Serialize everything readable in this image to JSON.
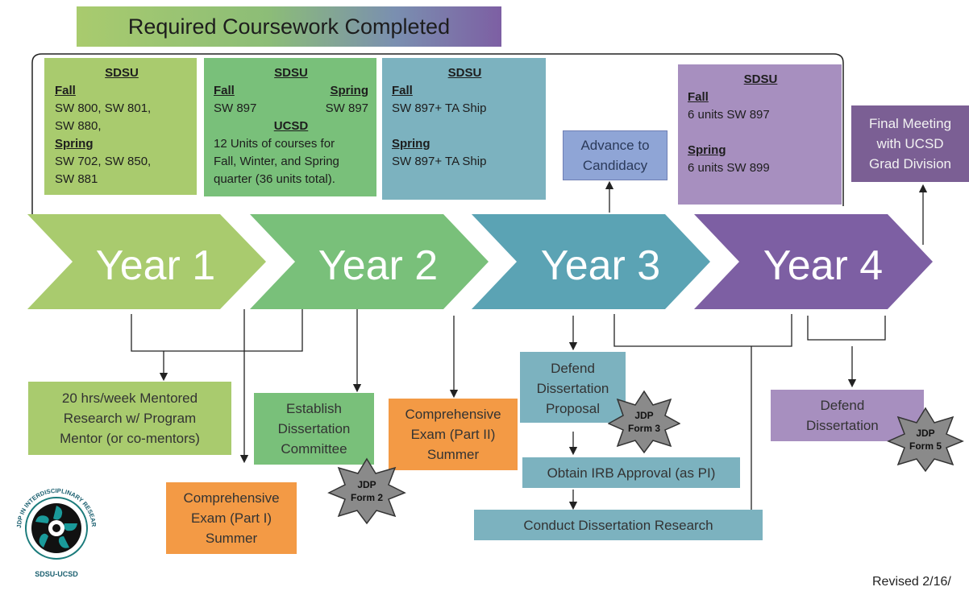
{
  "title": "Required Coursework Completed",
  "years": [
    "Year 1",
    "Year 2",
    "Year 3",
    "Year 4"
  ],
  "year1_panel": {
    "heading": "SDSU",
    "fall_label": "Fall",
    "fall_courses": [
      "SW 800, SW 801,",
      "SW 880,"
    ],
    "spring_label": "Spring",
    "spring_courses": [
      "SW 702, SW 850,",
      "SW 881"
    ]
  },
  "year2_panel": {
    "heading": "SDSU",
    "fall_label": "Fall",
    "fall_course": "SW 897",
    "spring_label": "Spring",
    "spring_course": "SW 897",
    "ucsd_heading": "UCSD",
    "ucsd_text": [
      "12 Units of courses for",
      "Fall, Winter, and Spring",
      "quarter (36 units total)."
    ]
  },
  "year3_panel": {
    "heading": "SDSU",
    "fall_label": "Fall",
    "fall_course": "SW 897+ TA Ship",
    "spring_label": "Spring",
    "spring_course": "SW 897+ TA Ship"
  },
  "year4_panel": {
    "heading": "SDSU",
    "fall_label": "Fall",
    "fall_course": "6 units SW 897",
    "spring_label": "Spring",
    "spring_course": "6 units SW 899"
  },
  "milestones": {
    "candidacy": [
      "Advance to",
      "Candidacy"
    ],
    "final_meeting": [
      "Final Meeting",
      "with UCSD",
      "Grad Division"
    ],
    "mentored": [
      "20 hrs/week Mentored",
      "Research w/ Program",
      "Mentor (or co-mentors)"
    ],
    "committee": [
      "Establish",
      "Dissertation",
      "Committee"
    ],
    "comp_exam_2": [
      "Comprehensive",
      "Exam (Part II)",
      "Summer"
    ],
    "comp_exam_1": [
      "Comprehensive",
      "Exam (Part I)",
      "Summer"
    ],
    "defend_proposal": [
      "Defend",
      "Dissertation",
      "Proposal"
    ],
    "irb": "Obtain IRB Approval (as PI)",
    "conduct": "Conduct Dissertation Research",
    "defend_dissertation": [
      "Defend",
      "Dissertation"
    ]
  },
  "badges": [
    {
      "line1": "JDP",
      "line2": "Form 2"
    },
    {
      "line1": "JDP",
      "line2": "Form 3"
    },
    {
      "line1": "JDP",
      "line2": "Form 5"
    }
  ],
  "logo": {
    "outer_text": "JDP IN INTERDISCIPLINARY RESEARCH ON SUBSTANCE USE",
    "bottom_text": "SDSU-UCSD"
  },
  "revised": "Revised 2/16/",
  "colors": {
    "year1": "#a9cb6e",
    "year2": "#79c07a",
    "year3": "#5ba3b4",
    "year4": "#7d5fa3",
    "orange": "#f39a45",
    "teal_box": "#7cb2bf",
    "purple_box": "#a78fbf",
    "badge": "#8a8a8a"
  }
}
